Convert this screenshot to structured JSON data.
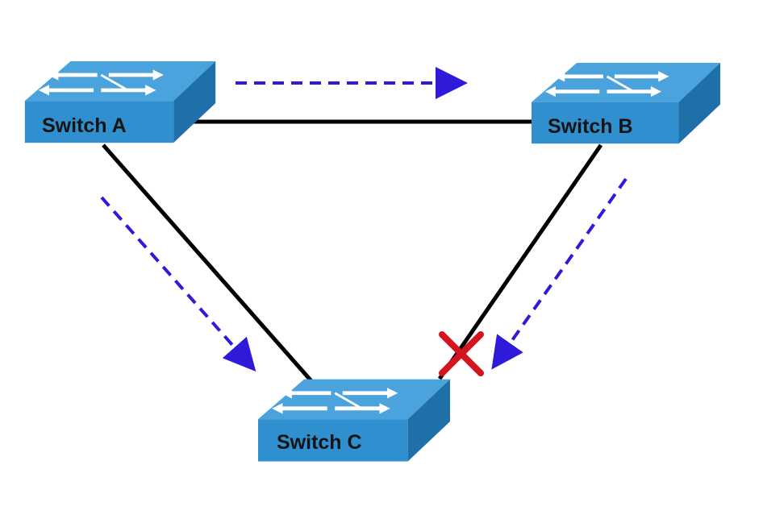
{
  "switches": [
    {
      "id": "a",
      "label": "Switch A"
    },
    {
      "id": "b",
      "label": "Switch B"
    },
    {
      "id": "c",
      "label": "Switch C"
    }
  ],
  "links": [
    {
      "from": "a",
      "to": "b",
      "state": "forwarding"
    },
    {
      "from": "a",
      "to": "c",
      "state": "forwarding"
    },
    {
      "from": "b",
      "to": "c",
      "state": "blocked"
    }
  ],
  "flows": [
    {
      "from": "a",
      "to": "b"
    },
    {
      "from": "a",
      "to": "c"
    },
    {
      "from": "b",
      "to": "c"
    }
  ],
  "colors": {
    "switch_top": "#4aa3dc",
    "switch_front": "#2f8fcf",
    "switch_side": "#1f6fa8",
    "link": "#000000",
    "flow_arrow": "#2e1ad8",
    "blocked_mark": "#d4141e"
  },
  "icons": {
    "switch": "network-switch-icon",
    "blocked": "blocked-port-icon"
  }
}
